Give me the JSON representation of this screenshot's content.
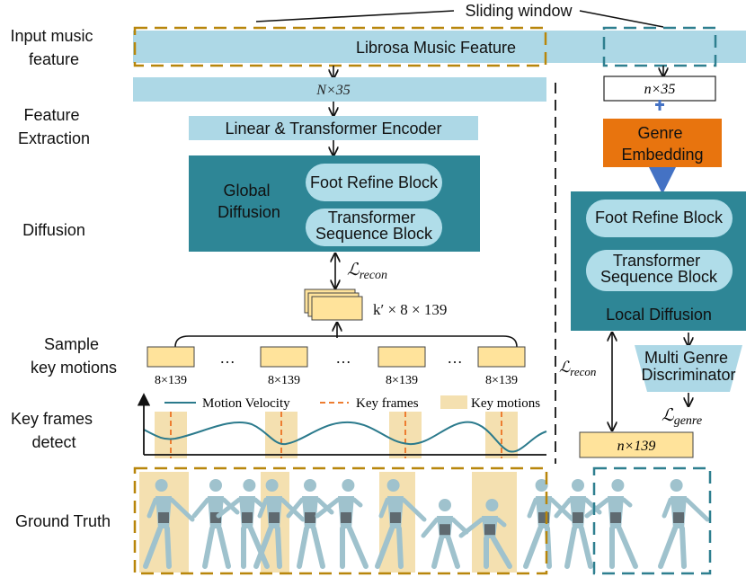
{
  "stages": {
    "input": "Input music\nfeature",
    "extraction": "Feature\nExtraction",
    "diffusion": "Diffusion",
    "sample": "Sample\nkey motions",
    "keyframes": "Key frames\ndetect",
    "ground_truth": "Ground Truth"
  },
  "sliding_window": "Sliding window",
  "librosa": "Librosa Music Feature",
  "n35_left": "N×35",
  "n35_right": "n×35",
  "encoder": "Linear & Transformer Encoder",
  "global": {
    "title": "Global\nDiffusion",
    "foot": "Foot Refine Block",
    "transformer": "Transformer\nSequence Block"
  },
  "loss_recon_left": "ℒrecon",
  "stack_label": "k′ × 8 × 139",
  "key_boxes": [
    "8×139",
    "8×139",
    "8×139",
    "8×139"
  ],
  "dots": [
    "…",
    "…",
    "…"
  ],
  "legend": {
    "velocity": "Motion Velocity",
    "keyframes": "Key frames",
    "keymotions": "Key motions"
  },
  "genre": "Genre\nEmbedding",
  "local": {
    "foot": "Foot Refine Block",
    "transformer": "Transformer\nSequence Block",
    "title": "Local Diffusion"
  },
  "discriminator": "Multi Genre\nDiscriminator",
  "loss_recon_right": "ℒrecon",
  "loss_genre": "ℒgenre",
  "n139": "n×139",
  "colors": {
    "orange_dash": "#b8860b",
    "teal_dash": "#2e7f8f",
    "light_blue": "#add8e6",
    "teal": "#2e8696",
    "pill": "#b0dde9",
    "key_yellow": "#ffe39b",
    "genre_orange": "#e8740e",
    "plus_blue": "#4472c4",
    "velocity": "#2b7a8c",
    "keyframe_line": "#ed7d31",
    "keymotion_band": "#f4e0b0"
  }
}
